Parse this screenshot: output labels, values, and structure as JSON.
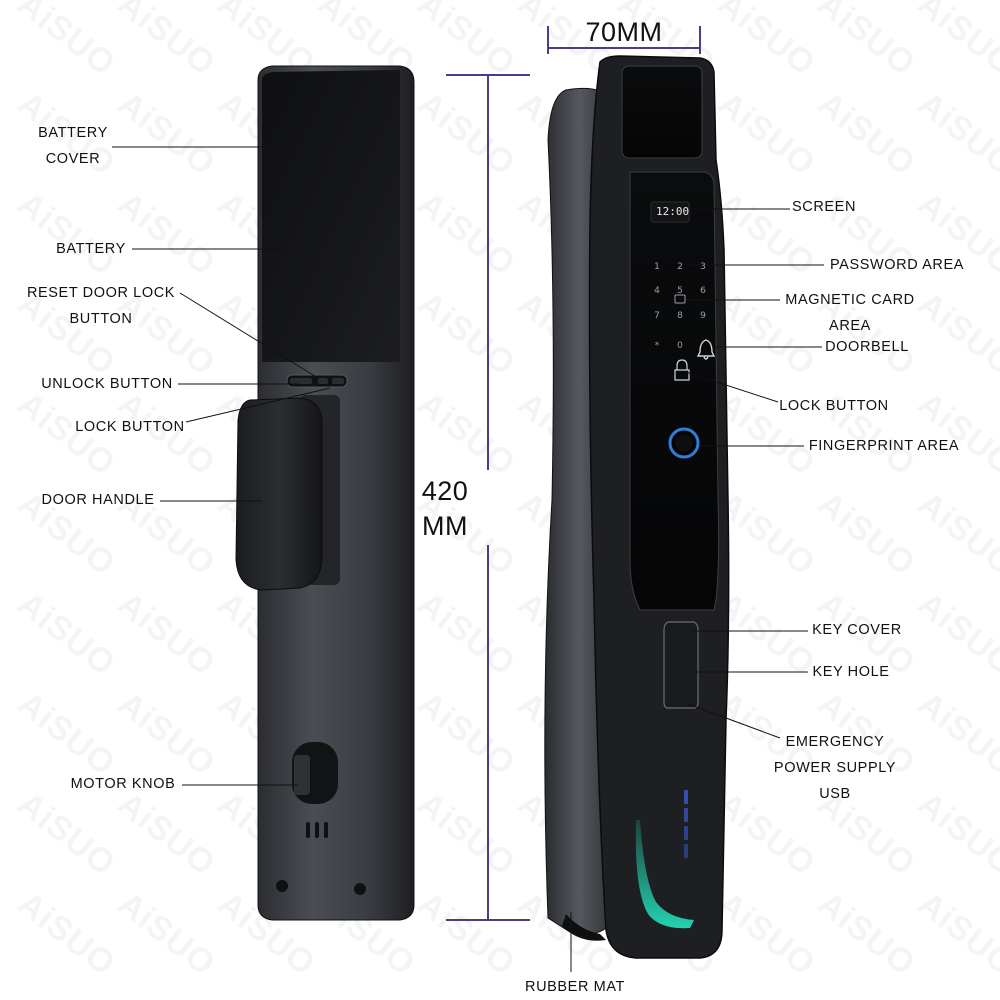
{
  "watermark": {
    "text": "AiSUO",
    "color": "#000000"
  },
  "dimensions": {
    "height_value": "420",
    "height_unit": "MM",
    "width_label": "70MM",
    "line_color": "#4b3b8f"
  },
  "left_labels": {
    "battery_cover_1": "BATTERY",
    "battery_cover_2": "COVER",
    "battery": "BATTERY",
    "reset_1": "RESET DOOR LOCK",
    "reset_2": "BUTTON",
    "unlock_button": "UNLOCK BUTTON",
    "lock_button": "LOCK BUTTON",
    "door_handle": "DOOR HANDLE",
    "motor_knob": "MOTOR KNOB"
  },
  "right_labels": {
    "screen": "SCREEN",
    "password_area": "PASSWORD AREA",
    "magnetic_card_1": "MAGNETIC CARD",
    "magnetic_card_2": "AREA",
    "doorbell": "DOORBELL",
    "lock_button": "LOCK BUTTON",
    "fingerprint_area": "FINGERPRINT AREA",
    "key_cover": "KEY COVER",
    "key_hole": "KEY HOLE",
    "emergency_1": "EMERGENCY",
    "emergency_2": "POWER SUPPLY",
    "emergency_3": "USB",
    "rubber_mat": "RUBBER MAT"
  },
  "lock_screen": {
    "clock": "12:00",
    "keys": [
      "1",
      "2",
      "3",
      "4",
      "5",
      "6",
      "7",
      "8",
      "9",
      "*",
      "0"
    ]
  },
  "colors": {
    "body_dark": "#1a1b1e",
    "body_gunmetal": "#3a3d42",
    "fingerprint_ring": "#2f7fd8",
    "led_strip": "#22d3b0"
  }
}
